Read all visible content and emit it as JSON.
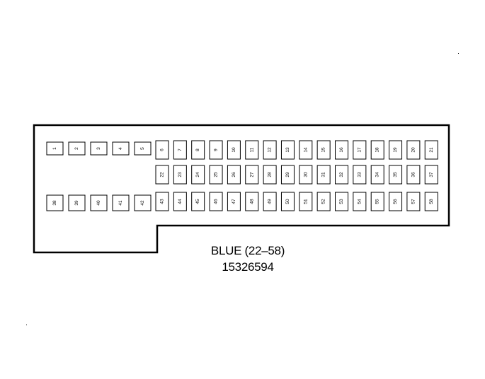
{
  "connector": {
    "color_label": "BLUE (22–58)",
    "part_number": "15326594",
    "outline_color": "#000000",
    "cavity_fill": "#ffffff"
  },
  "cavities": {
    "row1": [
      "1",
      "2",
      "3",
      "4",
      "5",
      "6",
      "7",
      "8",
      "9",
      "10",
      "11",
      "12",
      "13",
      "14",
      "15",
      "16",
      "17",
      "18",
      "19",
      "20",
      "21"
    ],
    "row2": [
      "22",
      "23",
      "24",
      "25",
      "26",
      "27",
      "28",
      "29",
      "30",
      "31",
      "32",
      "33",
      "34",
      "35",
      "36",
      "37"
    ],
    "row3": [
      "38",
      "39",
      "40",
      "41",
      "42",
      "43",
      "44",
      "45",
      "46",
      "47",
      "48",
      "49",
      "50",
      "51",
      "52",
      "53",
      "54",
      "55",
      "56",
      "57",
      "58"
    ]
  }
}
